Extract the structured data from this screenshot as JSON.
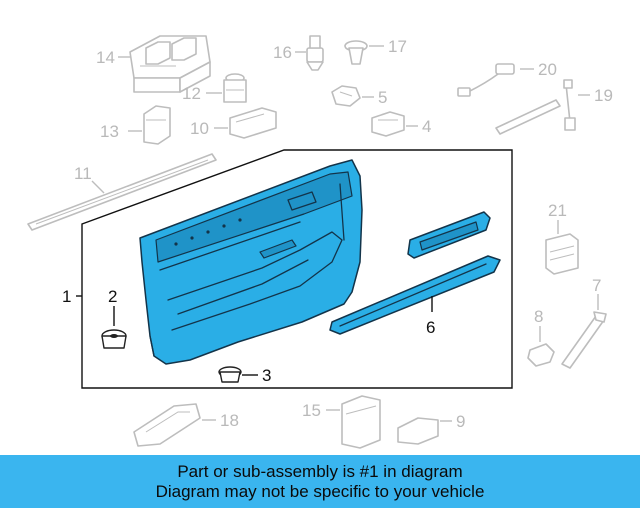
{
  "diagram": {
    "callouts": {
      "c1": "1",
      "c2": "2",
      "c3": "3",
      "c4": "4",
      "c5": "5",
      "c6": "6",
      "c7": "7",
      "c8": "8",
      "c9": "9",
      "c10": "10",
      "c11": "11",
      "c12": "12",
      "c13": "13",
      "c14": "14",
      "c15": "15",
      "c16": "16",
      "c17": "17",
      "c18": "18",
      "c19": "19",
      "c20": "20",
      "c21": "21"
    },
    "colors": {
      "highlight_fill": "#2aaee6",
      "outline": "#13344a",
      "ghost_outline": "#bdbdbd",
      "banner": "#3ab5ef"
    }
  },
  "footer": {
    "line1": "Part or sub-assembly is #1 in diagram",
    "line2": "Diagram may not be specific to your vehicle"
  }
}
